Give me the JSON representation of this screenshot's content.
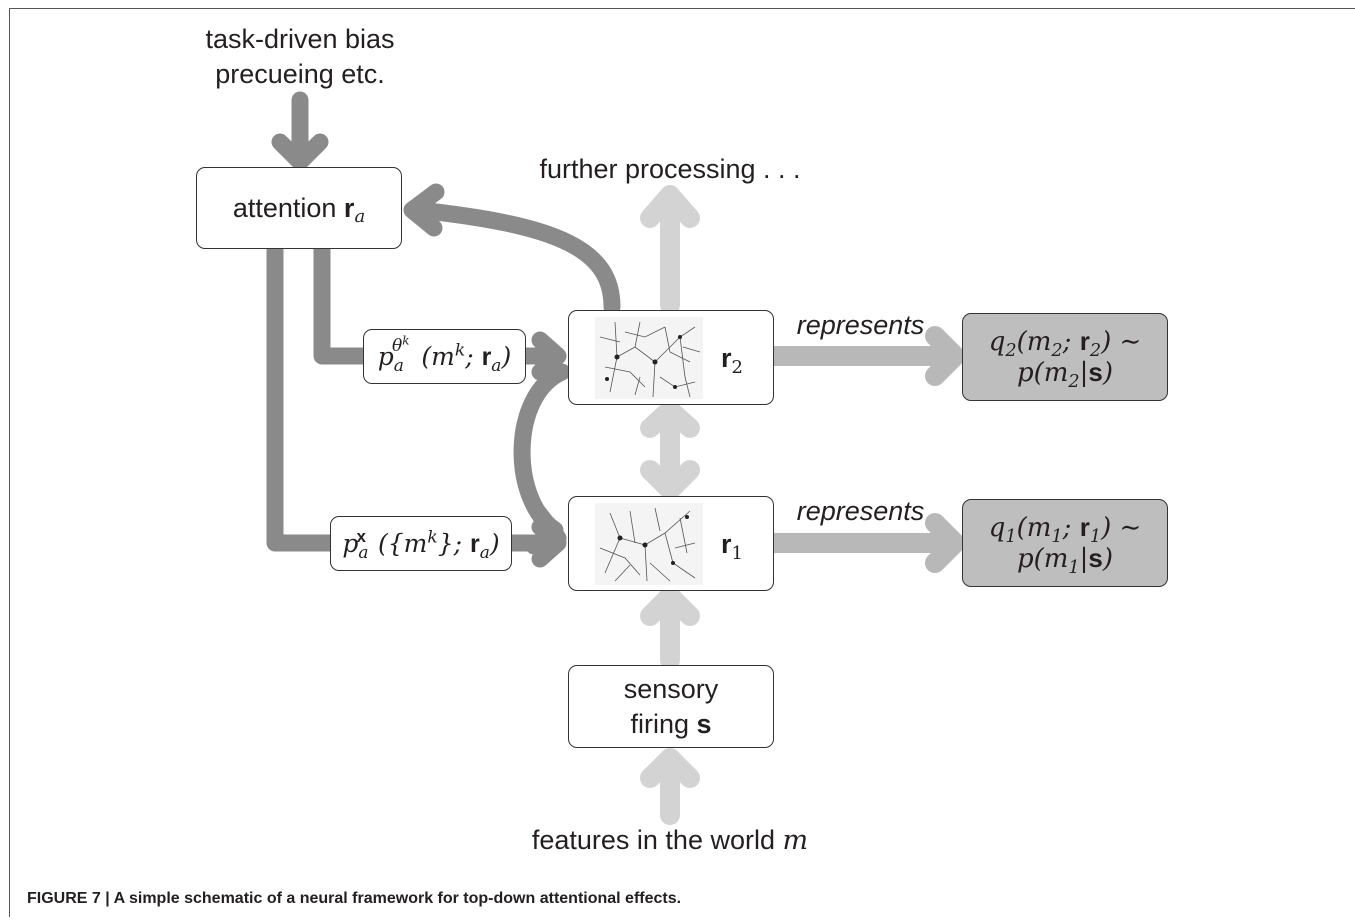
{
  "top_text": {
    "line1": "task-driven bias",
    "line2": "precueing etc."
  },
  "further_text": "further processing . . .",
  "features_text": "features in the world",
  "features_var": "m",
  "attention": {
    "word": "attention",
    "var": "r",
    "sub": "a"
  },
  "sensory": {
    "line1": "sensory",
    "line2_word": "firing",
    "line2_var": "s"
  },
  "r2_label": {
    "var": "r",
    "sub": "2"
  },
  "r1_label": {
    "var": "r",
    "sub": "1"
  },
  "represents_top": "represents",
  "represents_bottom": "represents",
  "prior_top": "p_a^{θ^k}(m^k; r_a)",
  "prior_bottom": "p_a^x({m^k}; r_a)",
  "q2": {
    "line1": "q2(m2; r2) ~",
    "line2": "p(m2|s)"
  },
  "q1": {
    "line1": "q1(m1; r1) ~",
    "line2": "p(m1|s)"
  },
  "caption": "FIGURE 7 | A simple schematic of a neural framework for top-down attentional effects.",
  "colors": {
    "dark_arrow": "#8a8a8a",
    "light_arrow": "#d3d3d3",
    "represents_arrow": "#b8b8b8",
    "gray_box": "#bebebe"
  }
}
